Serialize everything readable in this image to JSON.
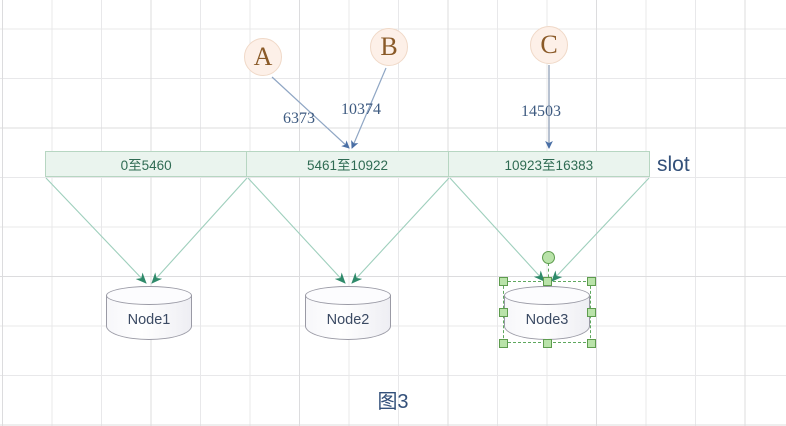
{
  "caption": "图3",
  "slot": {
    "label": "slot",
    "segments": [
      {
        "range": "0至5460"
      },
      {
        "range": "5461至10922"
      },
      {
        "range": "10923至16383"
      }
    ]
  },
  "keys": [
    {
      "name": "A",
      "value": "6373"
    },
    {
      "name": "B",
      "value": "10374"
    },
    {
      "name": "C",
      "value": "14503"
    }
  ],
  "nodes": [
    {
      "label": "Node1"
    },
    {
      "label": "Node2"
    },
    {
      "label": "Node3",
      "selected": true
    }
  ],
  "colors": {
    "slot_fill": "#eaf4ee",
    "slot_stroke": "#b7d6c2",
    "slot_text": "#2f6b53",
    "marker_fill": "#fdf0e8",
    "marker_text": "#8a5a28",
    "number_text": "#3d5a80",
    "arrow_blue": "#4a6fa5",
    "arrow_green": "#7fb3a0",
    "selection_green": "#5fa85f",
    "handle_fill": "#b9e3a9",
    "grid_line": "#e8e8ea"
  }
}
